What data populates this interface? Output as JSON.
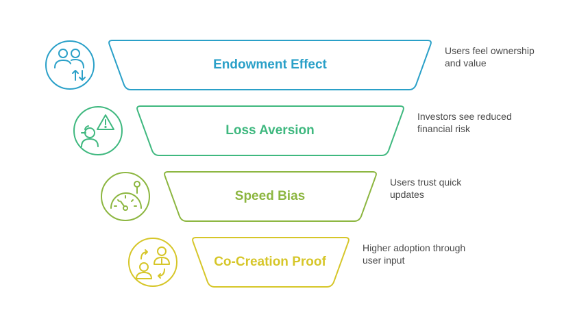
{
  "tiers": [
    {
      "label": "Endowment Effect",
      "description_line1": "Users feel ownership",
      "description_line2": "and value",
      "color": "#2aa0c8",
      "icon": "users-exchange-icon"
    },
    {
      "label": "Loss Aversion",
      "description_line1": "Investors see reduced",
      "description_line2": "financial risk",
      "color": "#3fb87f",
      "icon": "person-warning-icon"
    },
    {
      "label": "Speed Bias",
      "description_line1": "Users trust quick",
      "description_line2": "updates",
      "color": "#8cb640",
      "icon": "speedometer-icon"
    },
    {
      "label": "Co-Creation Proof",
      "description_line1": "Higher adoption through",
      "description_line2": "user input",
      "color": "#d6c629",
      "icon": "collaboration-icon"
    }
  ]
}
